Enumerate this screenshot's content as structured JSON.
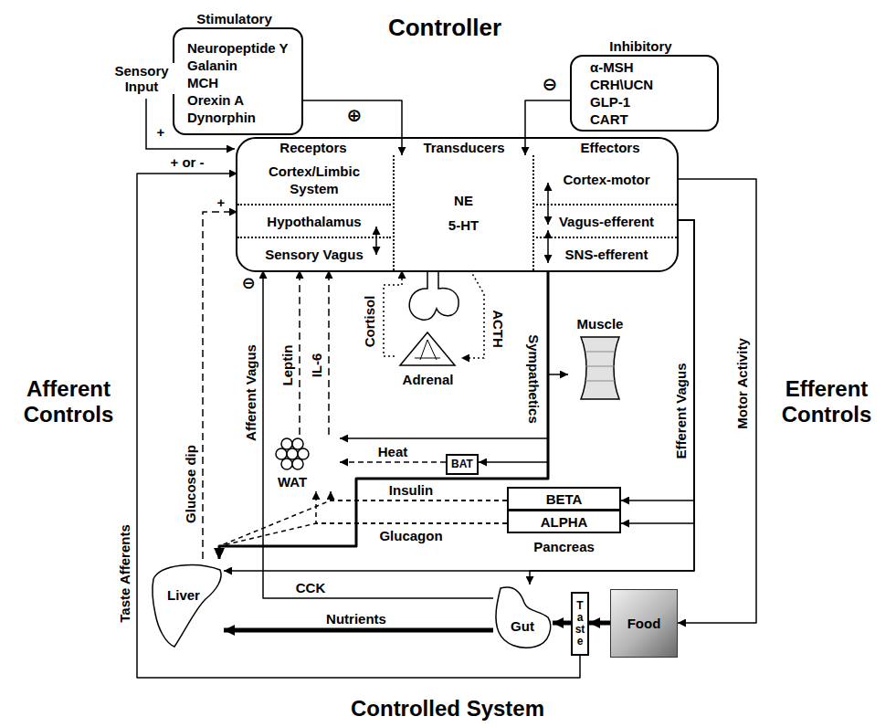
{
  "diagram": {
    "nodes": [
      {
        "text": [
          "Stimulatory",
          "Neuropeptide Y",
          "Galanin",
          "MCH",
          "Orexin A",
          "Dynorphin"
        ]
      },
      {
        "text": [
          "Inhibitory",
          "α-MSH",
          "CRH\\UCN",
          "GLP-1",
          "CART"
        ]
      },
      {
        "text": [
          "Receptors",
          "Transducers",
          "Effectors"
        ]
      },
      {
        "text": [
          "Cortex/Limbic System"
        ],
        "in": 2
      },
      {
        "text": [
          "Hypothalamus"
        ],
        "in": 2
      },
      {
        "text": [
          "Sensory Vagus"
        ],
        "in": 2
      },
      {
        "text": [
          "NE",
          "5-HT"
        ],
        "in": 2
      },
      {
        "text": [
          "Cortex-motor"
        ],
        "in": 2
      },
      {
        "text": [
          "Vagus-efferent"
        ],
        "in": 2
      },
      {
        "text": [
          "SNS-efferent"
        ],
        "in": 2
      },
      {
        "text": [
          "Adrenal"
        ]
      },
      {
        "text": [
          "Muscle"
        ]
      },
      {
        "text": [
          "BAT"
        ]
      },
      {
        "text": [
          "WAT"
        ]
      },
      {
        "text": [
          "Pancreas"
        ]
      },
      {
        "text": [
          "BETA"
        ],
        "in": 14
      },
      {
        "text": [
          "ALPHA"
        ],
        "in": 14
      },
      {
        "text": [
          "Liver"
        ]
      },
      {
        "text": [
          "Gut"
        ]
      },
      {
        "text": [
          "Taste"
        ]
      },
      {
        "text": [
          "Food"
        ]
      }
    ],
    "edges": [
      {
        "from": 0,
        "to": 6,
        "arrow": "to",
        "label": "⊕"
      },
      {
        "from": 1,
        "to": 6,
        "arrow": "to",
        "label": "⊖"
      },
      {
        "from": 19,
        "to": 3,
        "arrow": "to",
        "label": "Taste Afferents"
      },
      {
        "from": 17,
        "to": 4,
        "arrow": "to",
        "label": "Glucose dip"
      },
      {
        "from": 18,
        "to": 5,
        "arrow": "to",
        "label": "Afferent Vagus"
      },
      {
        "from": 13,
        "to": 5,
        "arrow": "to",
        "label": "Leptin"
      },
      {
        "from": 13,
        "to": 5,
        "arrow": "to",
        "label": "IL-6"
      },
      {
        "from": 10,
        "to": 6,
        "arrow": "to",
        "label": "Cortisol"
      },
      {
        "from": 6,
        "to": 10,
        "arrow": "to",
        "label": "ACTH"
      },
      {
        "from": 9,
        "to": 11,
        "arrow": "to",
        "label": "Sympathetics"
      },
      {
        "from": 9,
        "to": 12,
        "arrow": "to"
      },
      {
        "from": 9,
        "to": 13,
        "arrow": "to"
      },
      {
        "from": 9,
        "to": 17,
        "arrow": "to"
      },
      {
        "from": 12,
        "to": 13,
        "arrow": "to",
        "label": "Heat"
      },
      {
        "from": 15,
        "to": 13,
        "arrow": "to",
        "label": "Insulin"
      },
      {
        "from": 15,
        "to": 17,
        "arrow": "to"
      },
      {
        "from": 16,
        "to": 13,
        "arrow": "to",
        "label": "Glucagon"
      },
      {
        "from": 16,
        "to": 17,
        "arrow": "to"
      },
      {
        "from": 8,
        "to": 15,
        "arrow": "to",
        "label": "Efferent Vagus"
      },
      {
        "from": 8,
        "to": 16,
        "arrow": "to"
      },
      {
        "from": 8,
        "to": 18,
        "arrow": "to"
      },
      {
        "from": 8,
        "to": 17,
        "arrow": "to"
      },
      {
        "from": 7,
        "to": 20,
        "arrow": "to",
        "label": "Motor Activity"
      },
      {
        "from": 20,
        "to": 19,
        "arrow": "to"
      },
      {
        "from": 19,
        "to": 18,
        "arrow": "to"
      },
      {
        "from": 18,
        "to": 17,
        "arrow": "to",
        "label": "Nutrients"
      }
    ],
    "labels": [
      "Controller",
      "Sensory Input",
      "+",
      "+ or -",
      "+",
      "⊖",
      "CCK",
      "Afferent Controls",
      "Efferent Controls",
      "Controlled System"
    ]
  }
}
